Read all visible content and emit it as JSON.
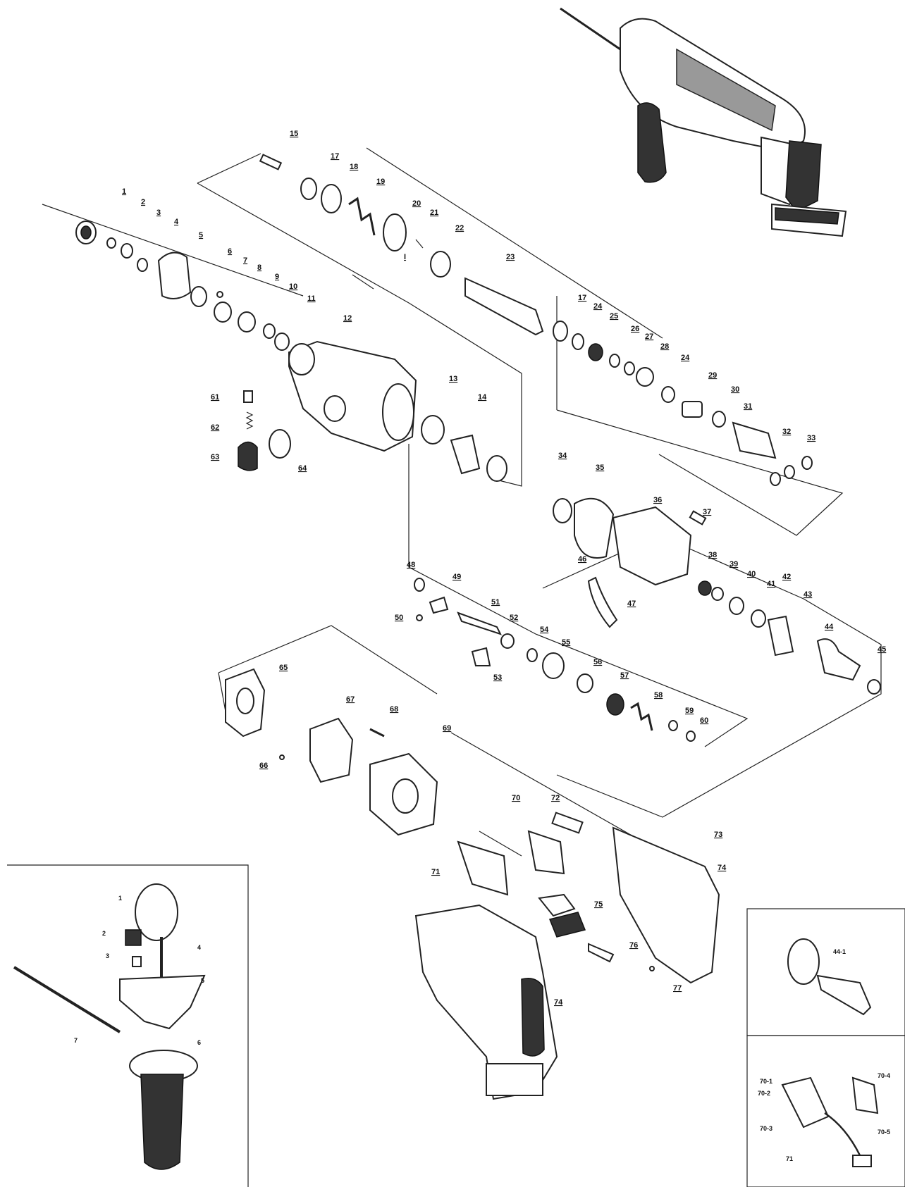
{
  "labels": {
    "p1": "1",
    "p2": "2",
    "p3": "3",
    "p4": "4",
    "p5": "5",
    "p6": "6",
    "p7": "7",
    "p8": "8",
    "p9": "9",
    "p10": "10",
    "p11": "11",
    "p12": "12",
    "p13": "13",
    "p14": "14",
    "p15": "15",
    "p17a": "17",
    "p17b": "17",
    "p18": "18",
    "p19": "19",
    "p20": "20",
    "p21": "21",
    "p22": "22",
    "p23": "23",
    "p24a": "24",
    "p24b": "24",
    "p25": "25",
    "p26": "26",
    "p27": "27",
    "p28": "28",
    "p29": "29",
    "p30": "30",
    "p31": "31",
    "p32": "32",
    "p33": "33",
    "p34": "34",
    "p35": "35",
    "p36": "36",
    "p37": "37",
    "p38": "38",
    "p39": "39",
    "p40": "40",
    "p41": "41",
    "p42": "42",
    "p43": "43",
    "p44": "44",
    "p45": "45",
    "p46": "46",
    "p47": "47",
    "p48": "48",
    "p49": "49",
    "p50": "50",
    "p51": "51",
    "p52": "52",
    "p53": "53",
    "p54": "54",
    "p55": "55",
    "p56": "56",
    "p57": "57",
    "p58": "58",
    "p59": "59",
    "p60": "60",
    "p61": "61",
    "p62": "62",
    "p63": "63",
    "p64": "64",
    "p65": "65",
    "p66": "66",
    "p67": "67",
    "p68": "68",
    "p69": "69",
    "p70": "70",
    "p71": "71",
    "p72": "72",
    "p73": "73",
    "p74a": "74",
    "p74b": "74",
    "p75": "75",
    "p76": "76",
    "p77": "77",
    "pI": "I"
  },
  "handle_inset": {
    "h1": "1",
    "h2": "2",
    "h3": "3",
    "h4": "4",
    "h5": "5",
    "h6": "6",
    "h7": "7"
  },
  "gear_inset": {
    "g1": "44-1"
  },
  "switch_inset": {
    "s1": "70-1",
    "s2": "70-2",
    "s3": "70-3",
    "s4": "70-4",
    "s5": "70-5",
    "s6": "71"
  }
}
